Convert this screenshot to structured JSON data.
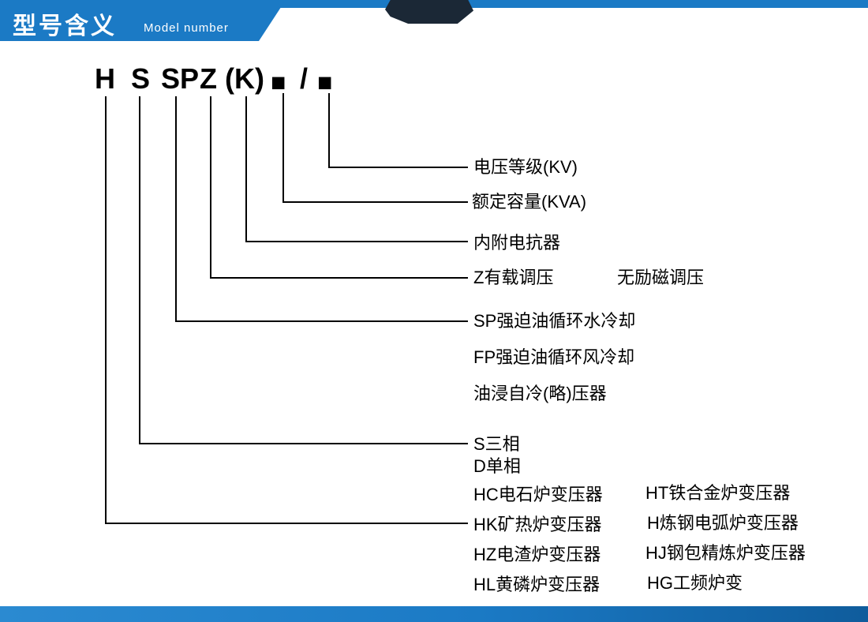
{
  "header": {
    "title": "型号含义",
    "subtitle": "Model number"
  },
  "model_code": {
    "parts": [
      "H",
      "S",
      "SP",
      "Z",
      "(K)",
      "■",
      "/",
      "■"
    ]
  },
  "labels": {
    "voltage_level": "电压等级(KV)",
    "rated_capacity": "额定容量(KVA)",
    "internal_reactor": "内附电抗器",
    "on_load_regulation": "Z有载调压",
    "no_excitation_regulation": "无励磁调压",
    "sp_cooling": "SP强迫油循环水冷却",
    "fp_cooling": "FP强迫油循环风冷却",
    "oil_self_cooling": "油浸自冷(略)压器",
    "three_phase": "S三相",
    "single_phase": "D单相",
    "hc_transformer": "HC电石炉变压器",
    "ht_transformer": "HT铁合金炉变压器",
    "hk_transformer": "HK矿热炉变压器",
    "h_transformer": "H炼钢电弧炉变压器",
    "hz_transformer": "HZ电渣炉变压器",
    "hj_transformer": "HJ钢包精炼炉变压器",
    "hl_transformer": "HL黄磷炉变压器",
    "hg_transformer": "HG工频炉变"
  },
  "colors": {
    "header_blue": "#1b7ac5",
    "dark_navy": "#1b2836",
    "text": "#000000"
  }
}
